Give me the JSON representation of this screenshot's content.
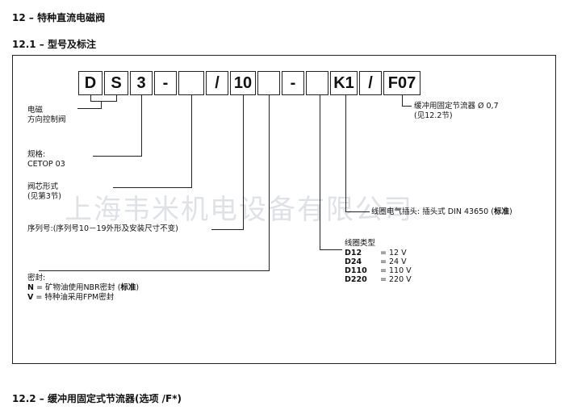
{
  "heading": {
    "number": "12 –",
    "title": "特种直流电磁阀"
  },
  "sub1": {
    "number": "12.1 –",
    "title": "型号及标注"
  },
  "sub2": {
    "number": "12.2 –",
    "title": "缓冲用固定式节流器(选项 /F*)"
  },
  "code_boxes": [
    "D",
    "S",
    "3",
    "-",
    "",
    "/",
    "10",
    "",
    "-",
    "",
    "K1",
    "/",
    "F07"
  ],
  "labels": {
    "solenoid": "电磁",
    "directional": "方向控制阀",
    "size_label": "规格:",
    "size_value": "CETOP 03",
    "spool_label": "阀芯形式",
    "spool_note": "(见第3节)",
    "serial": "序列号:(序列号10－19外形及安装尺寸不变)",
    "seal_label": "密封:",
    "seal_n_key": "N",
    "seal_n_text": " = 矿物油使用NBR密封 (",
    "seal_n_std": "标准",
    "seal_close": ")",
    "seal_v_key": "V",
    "seal_v_text": " = 特种油采用FPM密封",
    "throttle": "缓冲用固定节流器 Ø 0,7",
    "throttle_note": "(见12.2节)",
    "connector_text": "线圈电气插头: 插头式  DIN 43650 (",
    "connector_std": "标准",
    "connector_close": ")",
    "coil_label": "线圈类型"
  },
  "coil_types": [
    {
      "code": "D12",
      "voltage": "= 12 V"
    },
    {
      "code": "D24",
      "voltage": "= 24 V"
    },
    {
      "code": "D110",
      "voltage": "= 110 V"
    },
    {
      "code": "D220",
      "voltage": "= 220 V"
    }
  ],
  "watermark": "上海韦米机电设备有限公司"
}
